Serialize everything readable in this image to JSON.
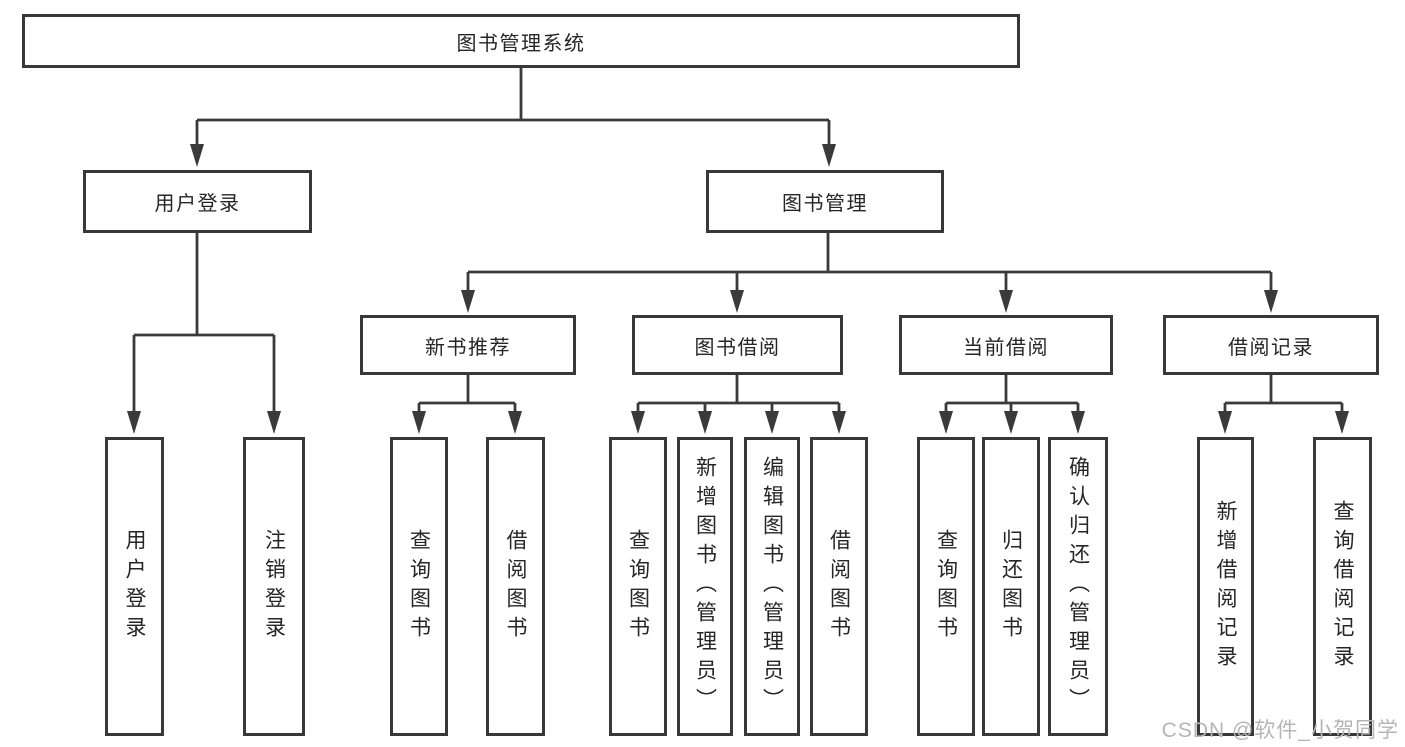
{
  "tree": {
    "root": {
      "label": "图书管理系统",
      "children": [
        {
          "label": "用户登录",
          "children": [
            {
              "label": "用户登录"
            },
            {
              "label": "注销登录"
            }
          ]
        },
        {
          "label": "图书管理",
          "children": [
            {
              "label": "新书推荐",
              "children": [
                {
                  "label": "查询图书"
                },
                {
                  "label": "借阅图书"
                }
              ]
            },
            {
              "label": "图书借阅",
              "children": [
                {
                  "label": "查询图书"
                },
                {
                  "label": "新增图书（管理员）"
                },
                {
                  "label": "编辑图书（管理员）"
                },
                {
                  "label": "借阅图书"
                }
              ]
            },
            {
              "label": "当前借阅",
              "children": [
                {
                  "label": "查询图书"
                },
                {
                  "label": "归还图书"
                },
                {
                  "label": "确认归还（管理员）"
                }
              ]
            },
            {
              "label": "借阅记录",
              "children": [
                {
                  "label": "新增借阅记录"
                },
                {
                  "label": "查询借阅记录"
                }
              ]
            }
          ]
        }
      ]
    }
  },
  "watermark": {
    "text": "CSDN @软件_小贺同学"
  },
  "colors": {
    "line": "#3a3a3a",
    "box_border": "#383838",
    "text": "#262626",
    "watermark": "#b5b5b5",
    "background": "#ffffff"
  }
}
